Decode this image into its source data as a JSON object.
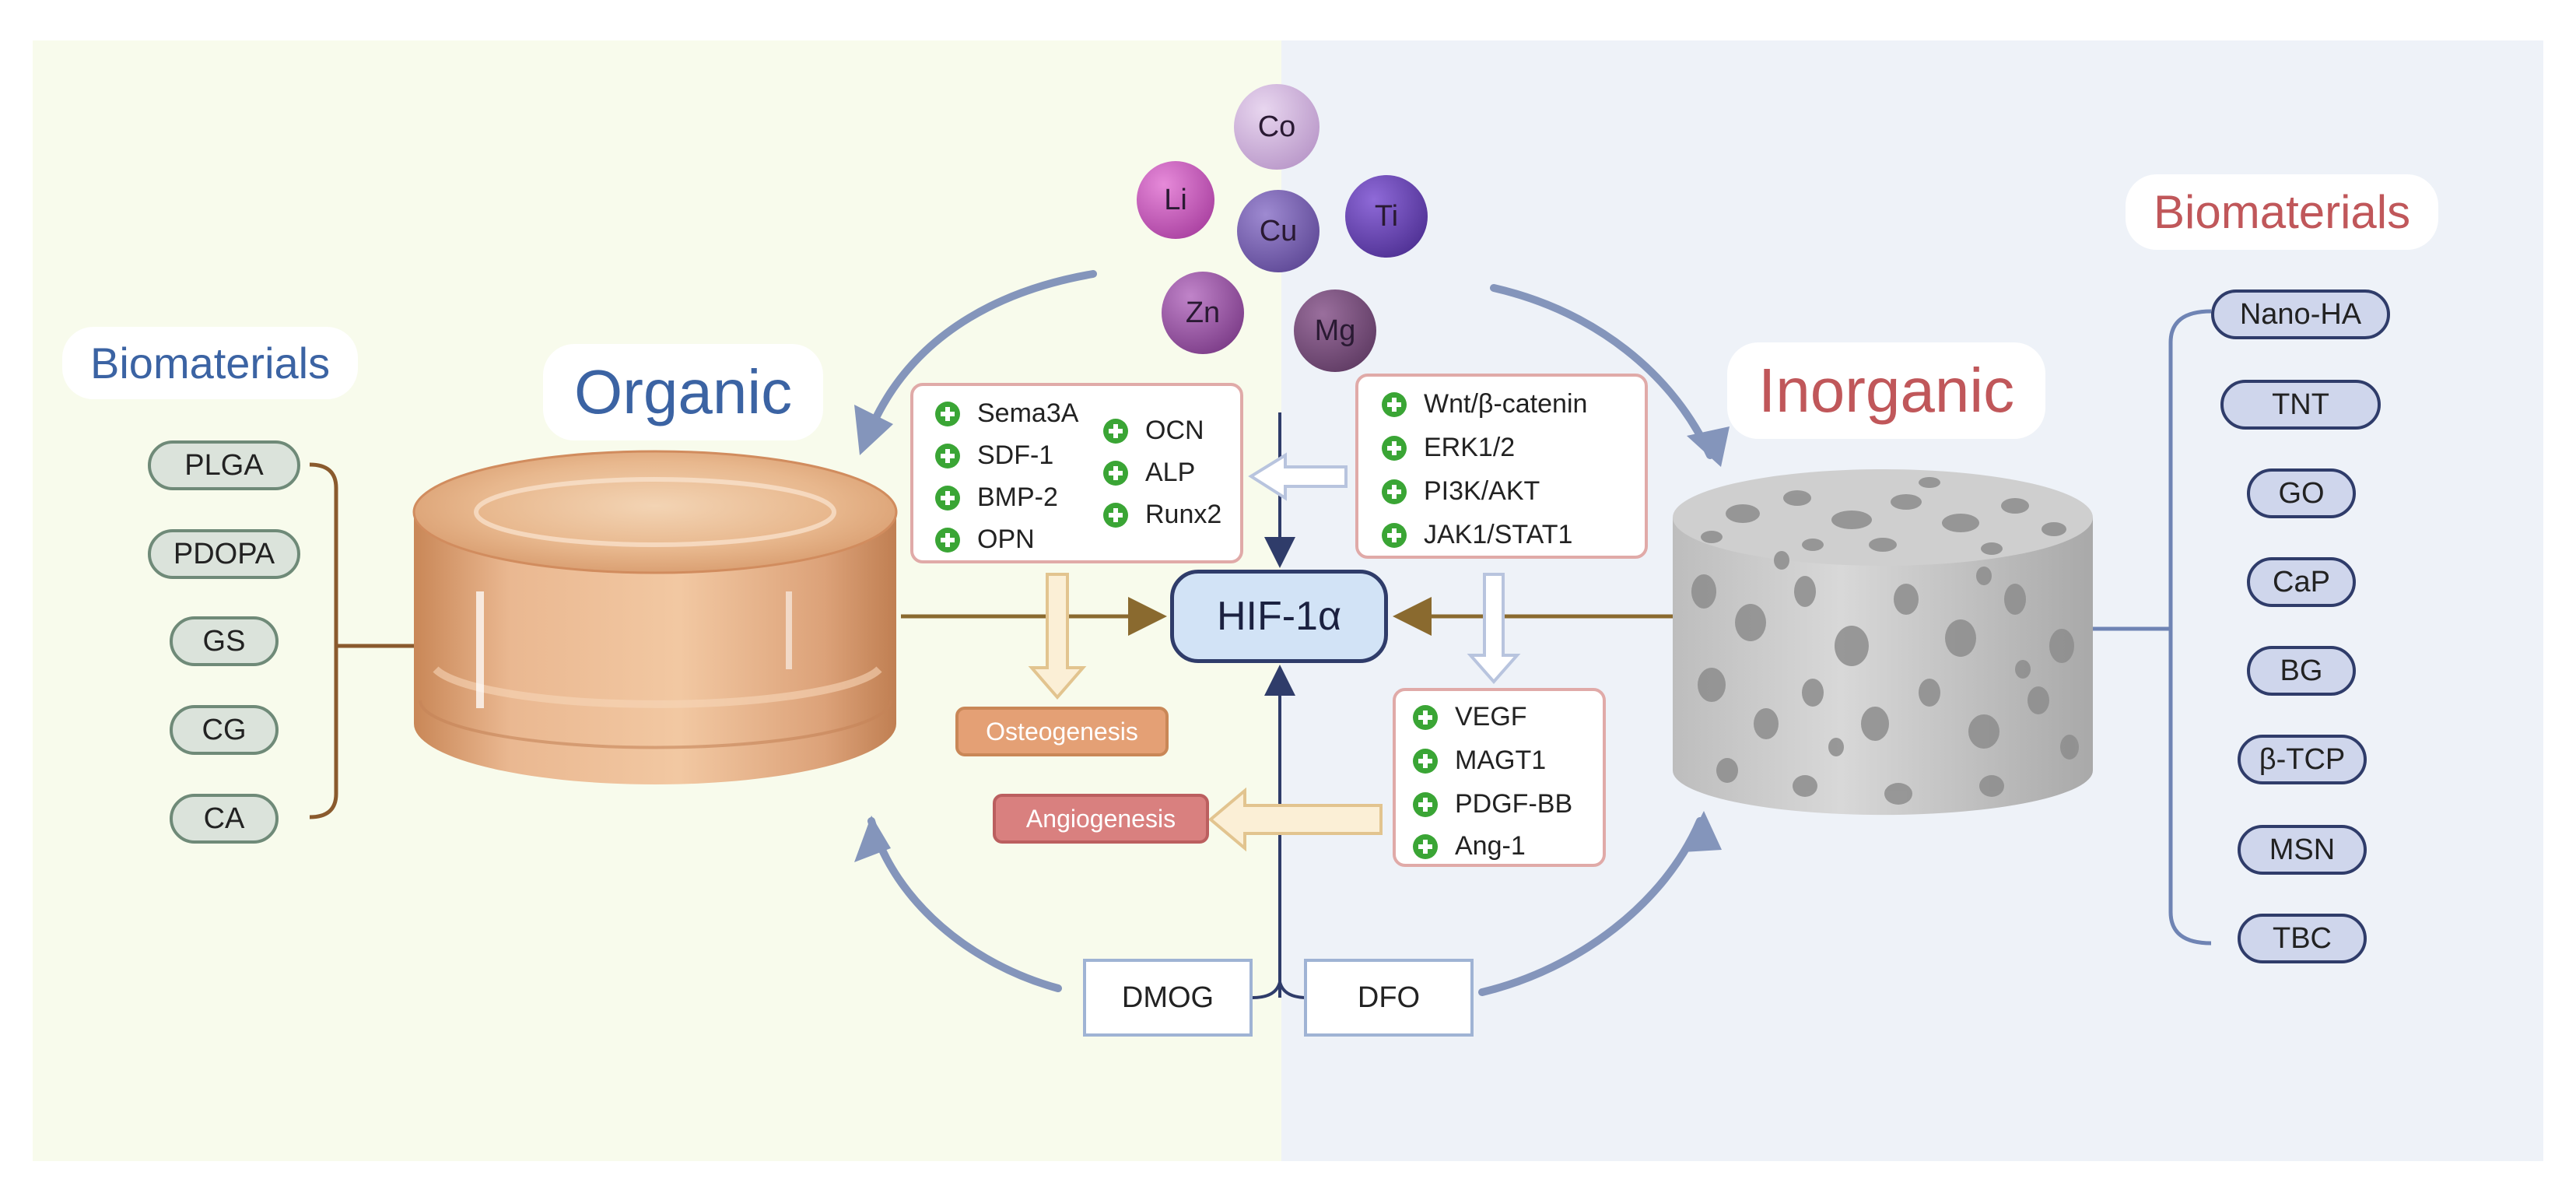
{
  "organic": {
    "section_label": "Biomaterials",
    "title": "Organic",
    "materials": [
      "PLGA",
      "PDOPA",
      "GS",
      "CG",
      "CA"
    ]
  },
  "inorganic": {
    "section_label": "Biomaterials",
    "title": "Inorganic",
    "materials": [
      "Nano-HA",
      "TNT",
      "GO",
      "CaP",
      "BG",
      "β-TCP",
      "MSN",
      "TBC"
    ]
  },
  "ions": [
    "Co",
    "Li",
    "Cu",
    "Ti",
    "Zn",
    "Mg"
  ],
  "center_node": "HIF-1α",
  "factor_boxes": {
    "osteo_left": [
      "Sema3A",
      "SDF-1",
      "BMP-2",
      "OPN"
    ],
    "osteo_right": [
      "OCN",
      "ALP",
      "Runx2"
    ],
    "pathways": [
      "Wnt/β-catenin",
      "ERK1/2",
      "PI3K/AKT",
      "JAK1/STAT1"
    ],
    "angio": [
      "VEGF",
      "MAGT1",
      "PDGF-BB",
      "Ang-1"
    ]
  },
  "outcomes": {
    "osteogenesis": "Osteogenesis",
    "angiogenesis": "Angiogenesis"
  },
  "drugs": [
    "DMOG",
    "DFO"
  ],
  "colors": {
    "organic_title": "#3b63a3",
    "inorganic_title": "#c0575a",
    "left_panel": "#f8fbec",
    "right_panel": "#eef2f8",
    "arrow_gold": "#8a6a2f",
    "arrow_blue": "#2f3c6a",
    "osteogenesis": "#e4a075",
    "angiogenesis": "#d9807f"
  }
}
